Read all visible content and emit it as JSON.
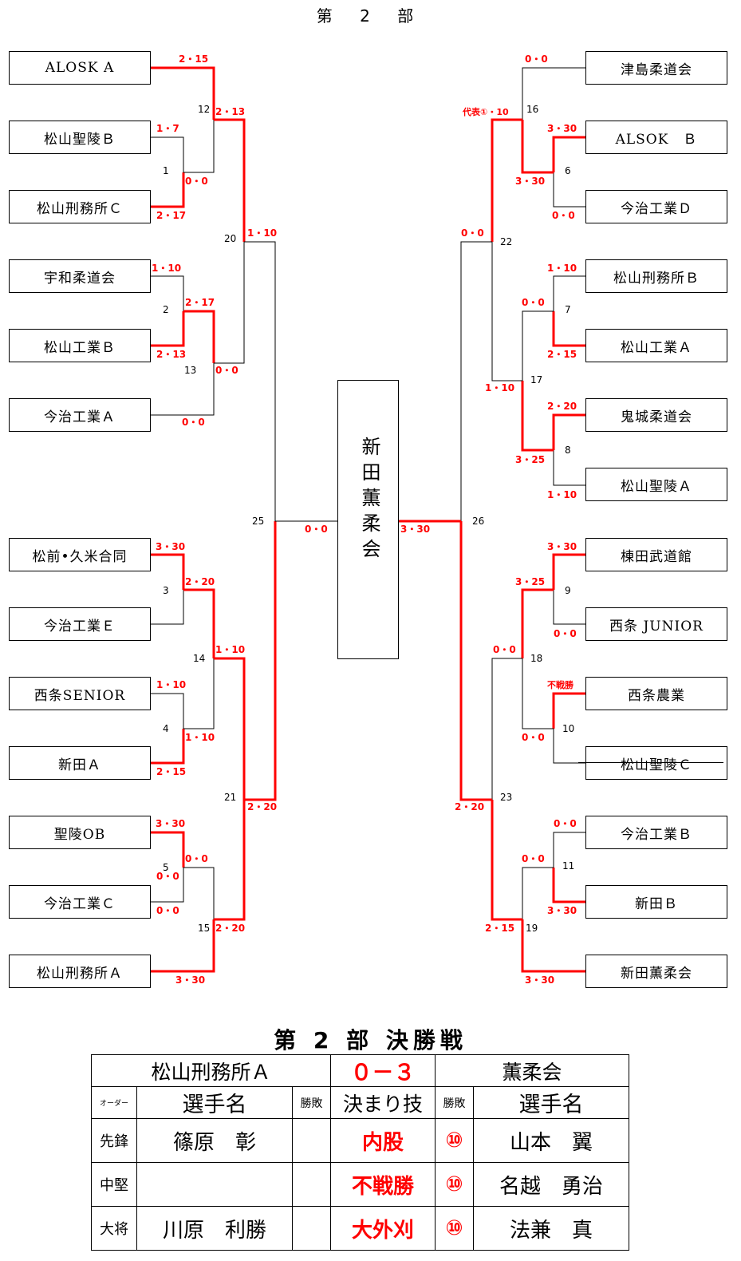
{
  "division_title": "第 2 部",
  "final_title": "第 2 部 決勝戦",
  "champion": "新田薫柔会",
  "colors": {
    "win": "#ff0000",
    "line": "#000000"
  },
  "teams_left": [
    "ALOSK A",
    "松山聖陵Ｂ",
    "松山刑務所Ｃ",
    "宇和柔道会",
    "松山工業Ｂ",
    "今治工業Ａ",
    "松前•久米合同",
    "今治工業Ｅ",
    "西条SENIOR",
    "新田Ａ",
    "聖陵OB",
    "今治工業Ｃ",
    "松山刑務所Ａ"
  ],
  "teams_right": [
    "津島柔道会",
    "ALSOK　Ｂ",
    "今治工業Ｄ",
    "松山刑務所Ｂ",
    "松山工業Ａ",
    "鬼城柔道会",
    "松山聖陵Ａ",
    "棟田武道館",
    "西条 JUNIOR",
    "西条農業",
    "松山聖陵Ｃ",
    "今治工業Ｂ",
    "新田Ｂ",
    "新田薫柔会"
  ],
  "match_numbers": [
    "12",
    "1",
    "20",
    "2",
    "13",
    "25",
    "3",
    "14",
    "4",
    "21",
    "5",
    "15",
    "16",
    "6",
    "22",
    "7",
    "17",
    "8",
    "26",
    "9",
    "18",
    "10",
    "23",
    "11",
    "19"
  ],
  "scores": [
    "2・15",
    "2・13",
    "1・7",
    "0・0",
    "2・17",
    "1・10",
    "1・10",
    "2・17",
    "2・13",
    "0・0",
    "0・0",
    "0・0",
    "3・30",
    "2・20",
    "1・10",
    "1・10",
    "1・10",
    "2・15",
    "2・20",
    "3・30",
    "0・0",
    "0・0",
    "2・20",
    "0・0",
    "3・30",
    "0・0",
    "代表①・10",
    "3・30",
    "3・30",
    "0・0",
    "0・0",
    "1・10",
    "0・0",
    "2・15",
    "1・10",
    "2・20",
    "3・25",
    "1・10",
    "3・30",
    "3・30",
    "3・25",
    "0・0",
    "0・0",
    "不戦勝",
    "0・0",
    "2・20",
    "0・0",
    "0・0",
    "3・30",
    "2・15",
    "3・30"
  ],
  "final": {
    "team_a": "松山刑務所Ａ",
    "score": "０－３",
    "team_b": "薫柔会",
    "header": {
      "order": "オーダー",
      "name": "選手名",
      "result": "勝敗",
      "technique": "決まり技"
    },
    "rows": [
      {
        "position": "先鋒",
        "a_name": "篠原　彰",
        "a_result": "",
        "technique": "内股",
        "b_result": "⑩",
        "b_name": "山本　翼"
      },
      {
        "position": "中堅",
        "a_name": "",
        "a_result": "",
        "technique": "不戦勝",
        "b_result": "⑩",
        "b_name": "名越　勇治"
      },
      {
        "position": "大将",
        "a_name": "川原　利勝",
        "a_result": "",
        "technique": "大外刈",
        "b_result": "⑩",
        "b_name": "法兼　真"
      }
    ]
  }
}
